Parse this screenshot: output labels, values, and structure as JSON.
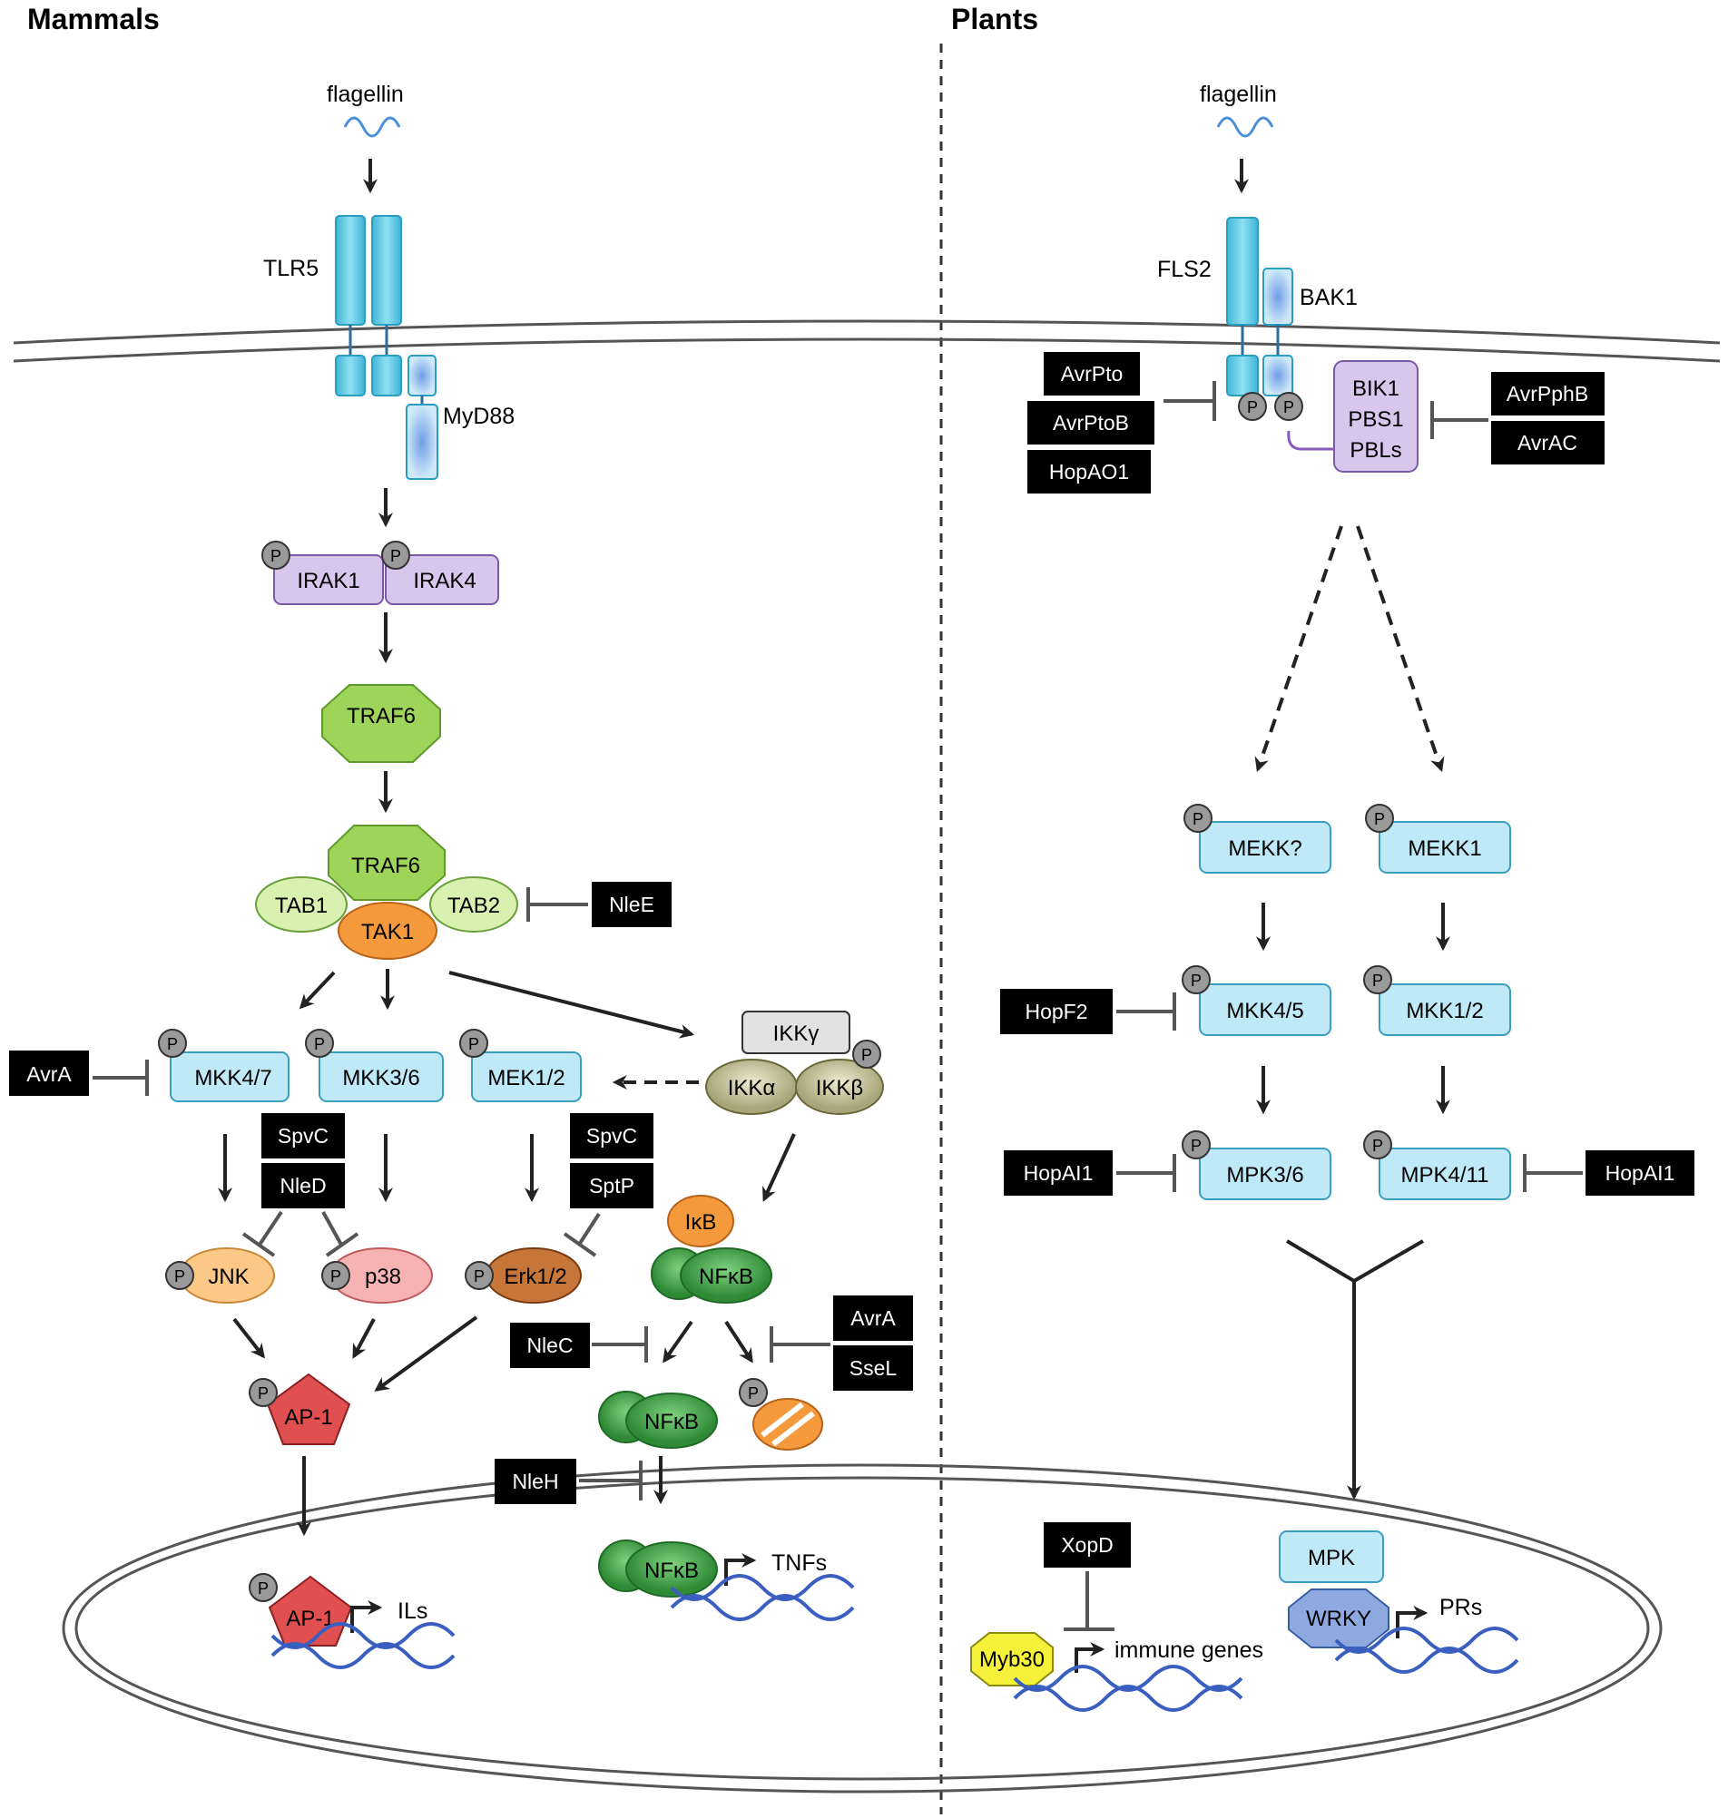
{
  "headers": {
    "left": "Mammals",
    "right": "Plants"
  },
  "ligands": {
    "left": "flagellin",
    "right": "flagellin"
  },
  "receptors": {
    "tlr5": "TLR5",
    "myd88": "MyD88",
    "fls2": "FLS2",
    "bak1": "BAK1"
  },
  "phospho": "P",
  "mammal_nodes": {
    "irak1": "IRAK1",
    "irak4": "IRAK4",
    "traf6_top": "TRAF6",
    "traf6_complex": "TRAF6",
    "tab1": "TAB1",
    "tab2": "TAB2",
    "tak1": "TAK1",
    "mkk47": "MKK4/7",
    "mkk36": "MKK3/6",
    "mek12": "MEK1/2",
    "ikkg": "IKKγ",
    "ikka": "IKKα",
    "ikkb": "IKKβ",
    "jnk": "JNK",
    "p38": "p38",
    "erk12": "Erk1/2",
    "ikb": "IκB",
    "nfkb_cyto": "NFκB",
    "nfkb_free": "NFκB",
    "nfkb_nucleus": "NFκB",
    "ap1_cyto": "AP-1",
    "ap1_nucleus": "AP-1",
    "ils": "ILs",
    "tnfs": "TNFs"
  },
  "mammal_effectors": {
    "nlee": "NleE",
    "avra_left": "AvrA",
    "spvc_1": "SpvC",
    "nled": "NleD",
    "spvc_2": "SpvC",
    "sptp": "SptP",
    "avra_right": "AvrA",
    "ssel": "SseL",
    "nlec": "NleC",
    "nleh": "NleH"
  },
  "plant_nodes": {
    "bik1": "BIK1",
    "pbs1": "PBS1",
    "pbls": "PBLs",
    "mekk_q": "MEKK?",
    "mekk1": "MEKK1",
    "mkk45": "MKK4/5",
    "mkk12": "MKK1/2",
    "mpk36": "MPK3/6",
    "mpk411": "MPK4/11",
    "mpk": "MPK",
    "wrky": "WRKY",
    "myb30": "Myb30",
    "prs": "PRs",
    "immune_genes": "immune genes"
  },
  "plant_effectors": {
    "avrpto": "AvrPto",
    "avrptob": "AvrPtoB",
    "hopao1": "HopAO1",
    "avrpphb": "AvrPphB",
    "avrac": "AvrAC",
    "hopf2": "HopF2",
    "hopai1_left": "HopAI1",
    "hopai1_right": "HopAI1",
    "xopd": "XopD"
  },
  "colors": {
    "receptor": "#5bc6e0",
    "kinase_box": "#bfe9f7",
    "irak": "#d9c6ec",
    "traf6": "#9ed45a",
    "tab": "#d8f0b0",
    "tak1": "#f59a3c",
    "ikk": "#c8c49a",
    "jnk": "#fbc888",
    "p38": "#f7b2b4",
    "erk": "#c7763a",
    "nfkb": "#3fa846",
    "ap1": "#e05050",
    "wrky": "#8ea9e0",
    "myb30": "#f5f03a",
    "effector": "#000000",
    "dna": "#3a5fc0",
    "phospho": "#9a9a9a"
  }
}
